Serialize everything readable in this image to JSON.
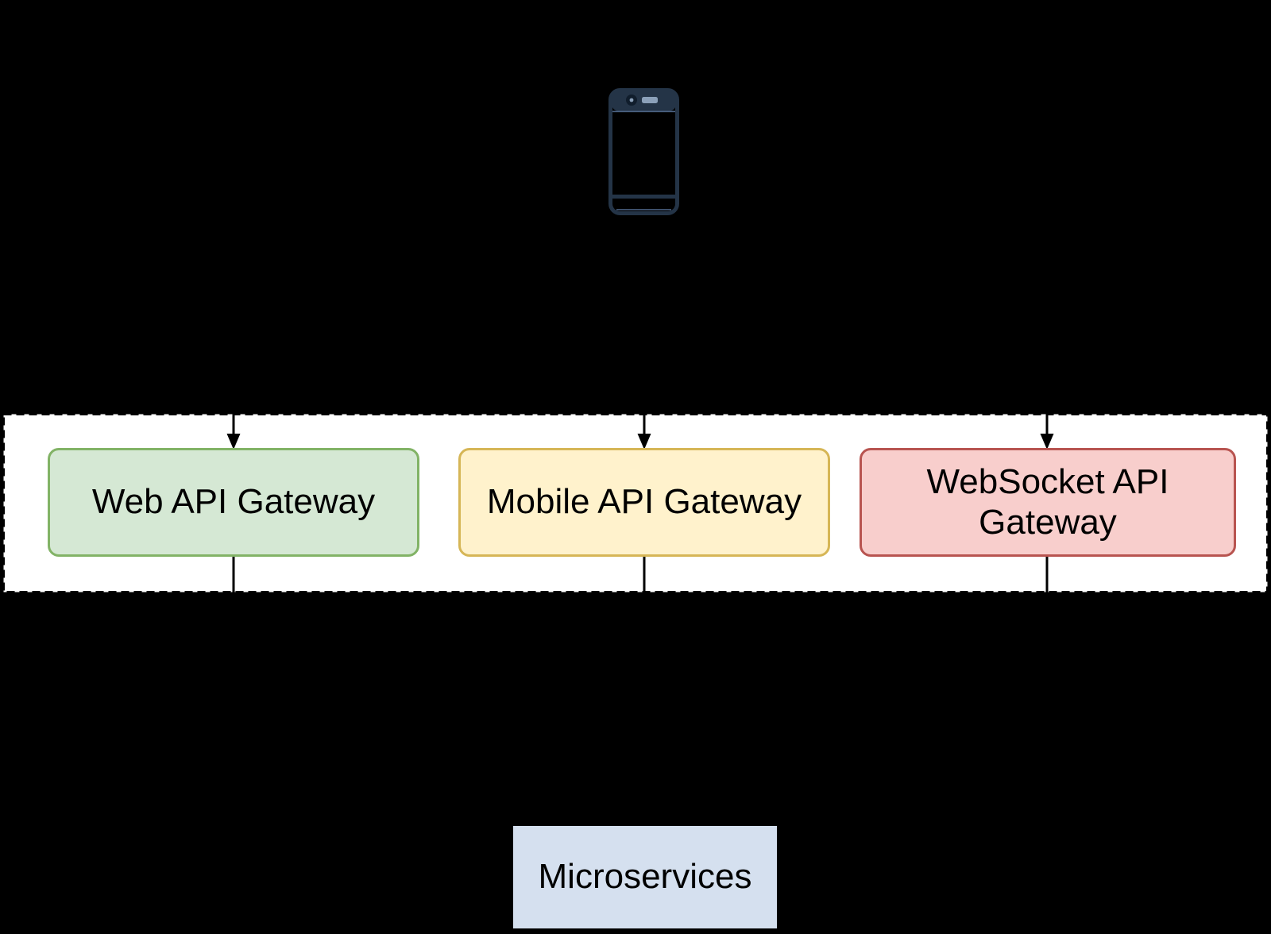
{
  "diagram": {
    "title": "API Gateway architecture diagram",
    "client": {
      "icon": "smartphone-icon",
      "color": "#243447",
      "accent_color": "#8ba0b9"
    },
    "gateway_layer": {
      "container_style": "white band with black dashed border",
      "background": "#ffffff",
      "border_color": "#000000",
      "nodes": [
        {
          "id": "web",
          "label": "Web API Gateway",
          "fill": "#d5e8d4",
          "stroke": "#82b366"
        },
        {
          "id": "mobile",
          "label": "Mobile API Gateway",
          "fill": "#fff2cc",
          "stroke": "#d6b656"
        },
        {
          "id": "websocket",
          "label": "WebSocket API Gateway",
          "fill": "#f8cecc",
          "stroke": "#b85450"
        }
      ]
    },
    "microservices": {
      "label": "Microservices",
      "fill": "#d5e0ef"
    },
    "edges": [
      {
        "from": "client",
        "to": "web",
        "style": "arrow-down"
      },
      {
        "from": "client",
        "to": "mobile",
        "style": "arrow-down"
      },
      {
        "from": "client",
        "to": "websocket",
        "style": "arrow-down"
      },
      {
        "from": "web",
        "to": "microservices",
        "style": "line-down"
      },
      {
        "from": "mobile",
        "to": "microservices",
        "style": "line-down"
      },
      {
        "from": "websocket",
        "to": "microservices",
        "style": "line-down"
      }
    ],
    "edge_color": "#000000",
    "background": "#000000"
  }
}
